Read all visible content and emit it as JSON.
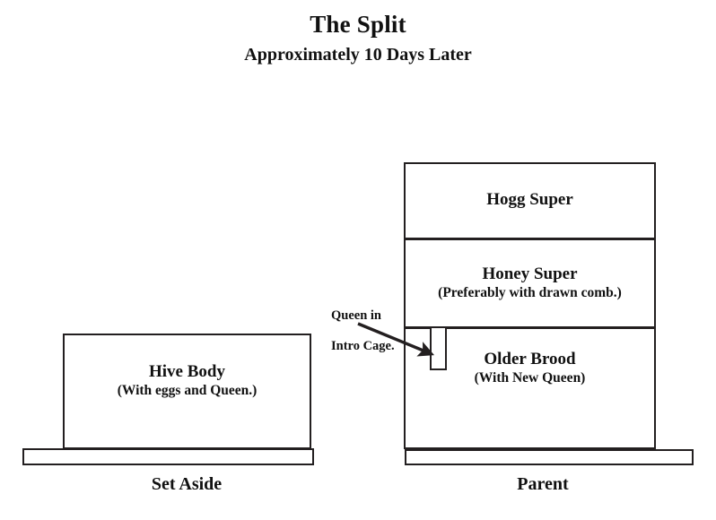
{
  "diagram": {
    "title": "The Split",
    "subtitle": "Approximately 10 Days Later"
  },
  "set_aside_stack": {
    "caption": "Set Aside",
    "boxes": [
      {
        "name": "hive-body",
        "title": "Hive Body",
        "subtitle": "(With eggs and Queen.)"
      }
    ]
  },
  "parent_stack": {
    "caption": "Parent",
    "boxes": [
      {
        "name": "hogg-super",
        "title": "Hogg Super",
        "subtitle": ""
      },
      {
        "name": "honey-super",
        "title": "Honey Super",
        "subtitle": "(Preferably with drawn comb.)"
      },
      {
        "name": "older-brood",
        "title": "Older Brood",
        "subtitle": "(With New Queen)"
      }
    ]
  },
  "annotations": [
    {
      "name": "queen-intro-cage",
      "line1": "Queen in",
      "line2": "Intro Cage.",
      "text": "Queen in\nIntro Cage."
    }
  ],
  "colors": {
    "ink": "#231f20",
    "background": "#ffffff",
    "text": "#111111"
  }
}
